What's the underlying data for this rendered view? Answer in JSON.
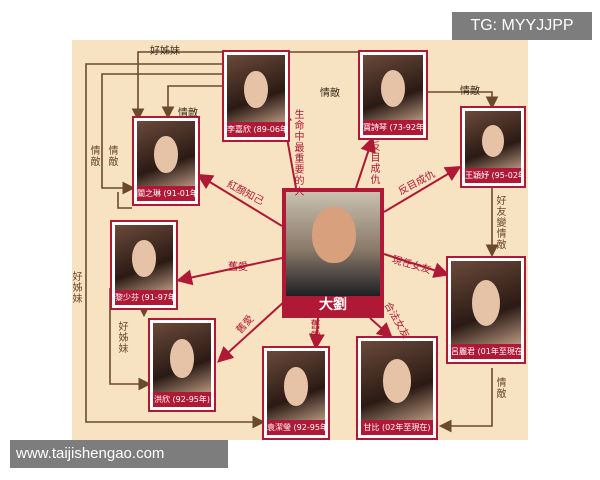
{
  "watermark_tg": "TG: MYYJJPP",
  "watermark_site": "www.taijishengao.com",
  "center": {
    "name": "大劉"
  },
  "people": {
    "li_jiaxin": "李嘉欣 (89-06年)",
    "wang_shi": "寶詩琴 (73-92年)",
    "wang_yingyu": "王穎妤 (95-02年)",
    "guan_zhilin": "關之琳 (91-01年)",
    "li_shaofen": "黎少芬 (91-97年)",
    "lv_liyun": "呂麗君 (01年至現在)",
    "hong_xin": "洪欣 (92-95年)",
    "yuan_jieying": "袁潔瑩 (92-95年)",
    "gan_bi": "甘比 (02年至現在)"
  },
  "relations": {
    "life_love": "生命中最重要的人",
    "wang_fan_mu": "反目成仇",
    "wang_yingyu": "反目成仇",
    "guan": "紅顏知己",
    "lv": "現任女友",
    "li_shaofen": "舊愛",
    "hong": "舊愛",
    "yuan": "舊愛",
    "gan": "合法女友"
  },
  "edges": {
    "good_sisters_top": "好姊妹",
    "rival_li_wang": "情敵",
    "rival_wang_ying": "情敵",
    "rival_guan": "情敵",
    "rival_left1": "情敵",
    "rival_left2": "情敵",
    "good_sisters_left": "好姊妹",
    "good_sisters_mid": "好姊妹",
    "friend_rival": "好友變情敵",
    "rival_lv_gan": "情敵"
  },
  "colors": {
    "accent": "#b01935",
    "panel": "#f7e2c2",
    "wire": "#6b4a2a"
  }
}
